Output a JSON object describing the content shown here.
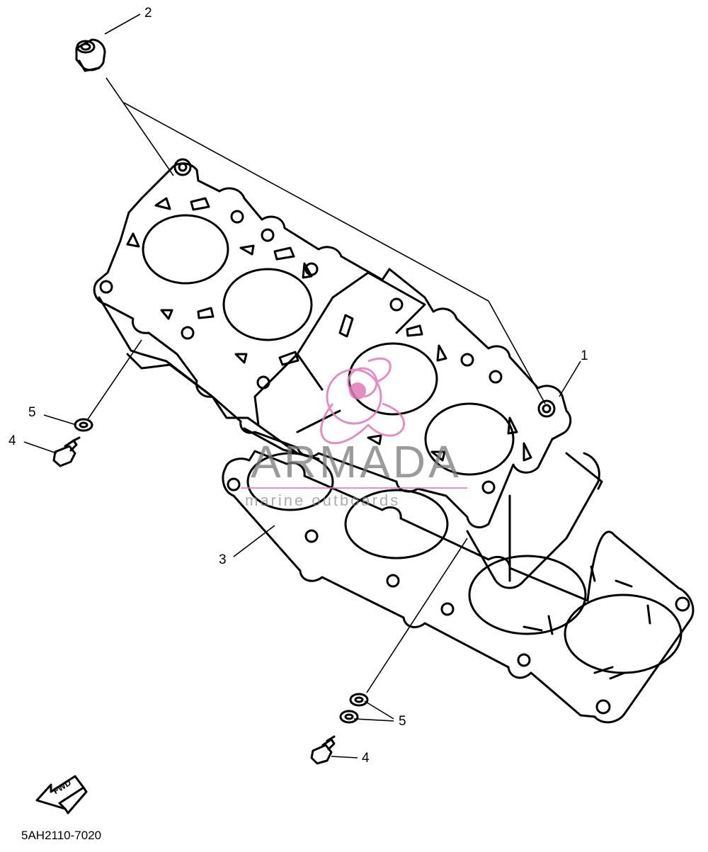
{
  "diagram": {
    "part_labels": {
      "cylinder": "1",
      "dowel_pin": "2",
      "gasket": "3",
      "bolt_left": "4",
      "bolt_right": "4",
      "washer_left": "5",
      "washer_right": "5"
    },
    "fwd_arrow_text": "FWD",
    "drawing_code": "5AH2110-7020"
  },
  "watermark": {
    "title": "ARMADA",
    "subtitle": "marine outboards",
    "color": "#e07ab8"
  }
}
